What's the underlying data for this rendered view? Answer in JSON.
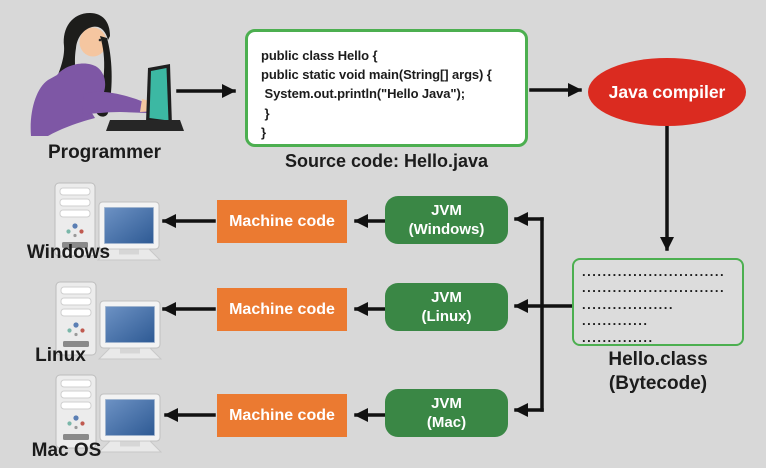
{
  "title": "Java compilation and platform independence diagram",
  "colors": {
    "background": "#d8d8d8",
    "box_border_green": "#4caf50",
    "jvm_green": "#3a8745",
    "machine_code_orange": "#eb7a31",
    "compiler_red": "#db2b20",
    "arrow_black": "#111111",
    "code_box_bg": "#ffffff",
    "laptop_screen_teal": "#3cb8a3",
    "shirt_purple": "#7e57a5",
    "monitor_screen_blue": "#3b6aa5"
  },
  "programmer": {
    "label": "Programmer"
  },
  "source_code": {
    "lines": [
      "public class Hello {",
      "public static void main(String[] args) {",
      " System.out.println(\"Hello Java\");",
      " }",
      "}"
    ],
    "caption": "Source code: Hello.java"
  },
  "compiler": {
    "label": "Java compiler"
  },
  "bytecode": {
    "dot_rows": [
      "............................",
      "............................",
      "..................",
      ".............",
      ".............."
    ],
    "caption_line1": "Hello.class",
    "caption_line2": "(Bytecode)"
  },
  "rows": [
    {
      "os_label": "Windows",
      "jvm_label_line1": "JVM",
      "jvm_label_line2": "(Windows)",
      "machine_code_label": "Machine code"
    },
    {
      "os_label": "Linux",
      "jvm_label_line1": "JVM",
      "jvm_label_line2": "(Linux)",
      "machine_code_label": "Machine code"
    },
    {
      "os_label": "Mac OS",
      "jvm_label_line1": "JVM",
      "jvm_label_line2": "(Mac)",
      "machine_code_label": "Machine code"
    }
  ]
}
